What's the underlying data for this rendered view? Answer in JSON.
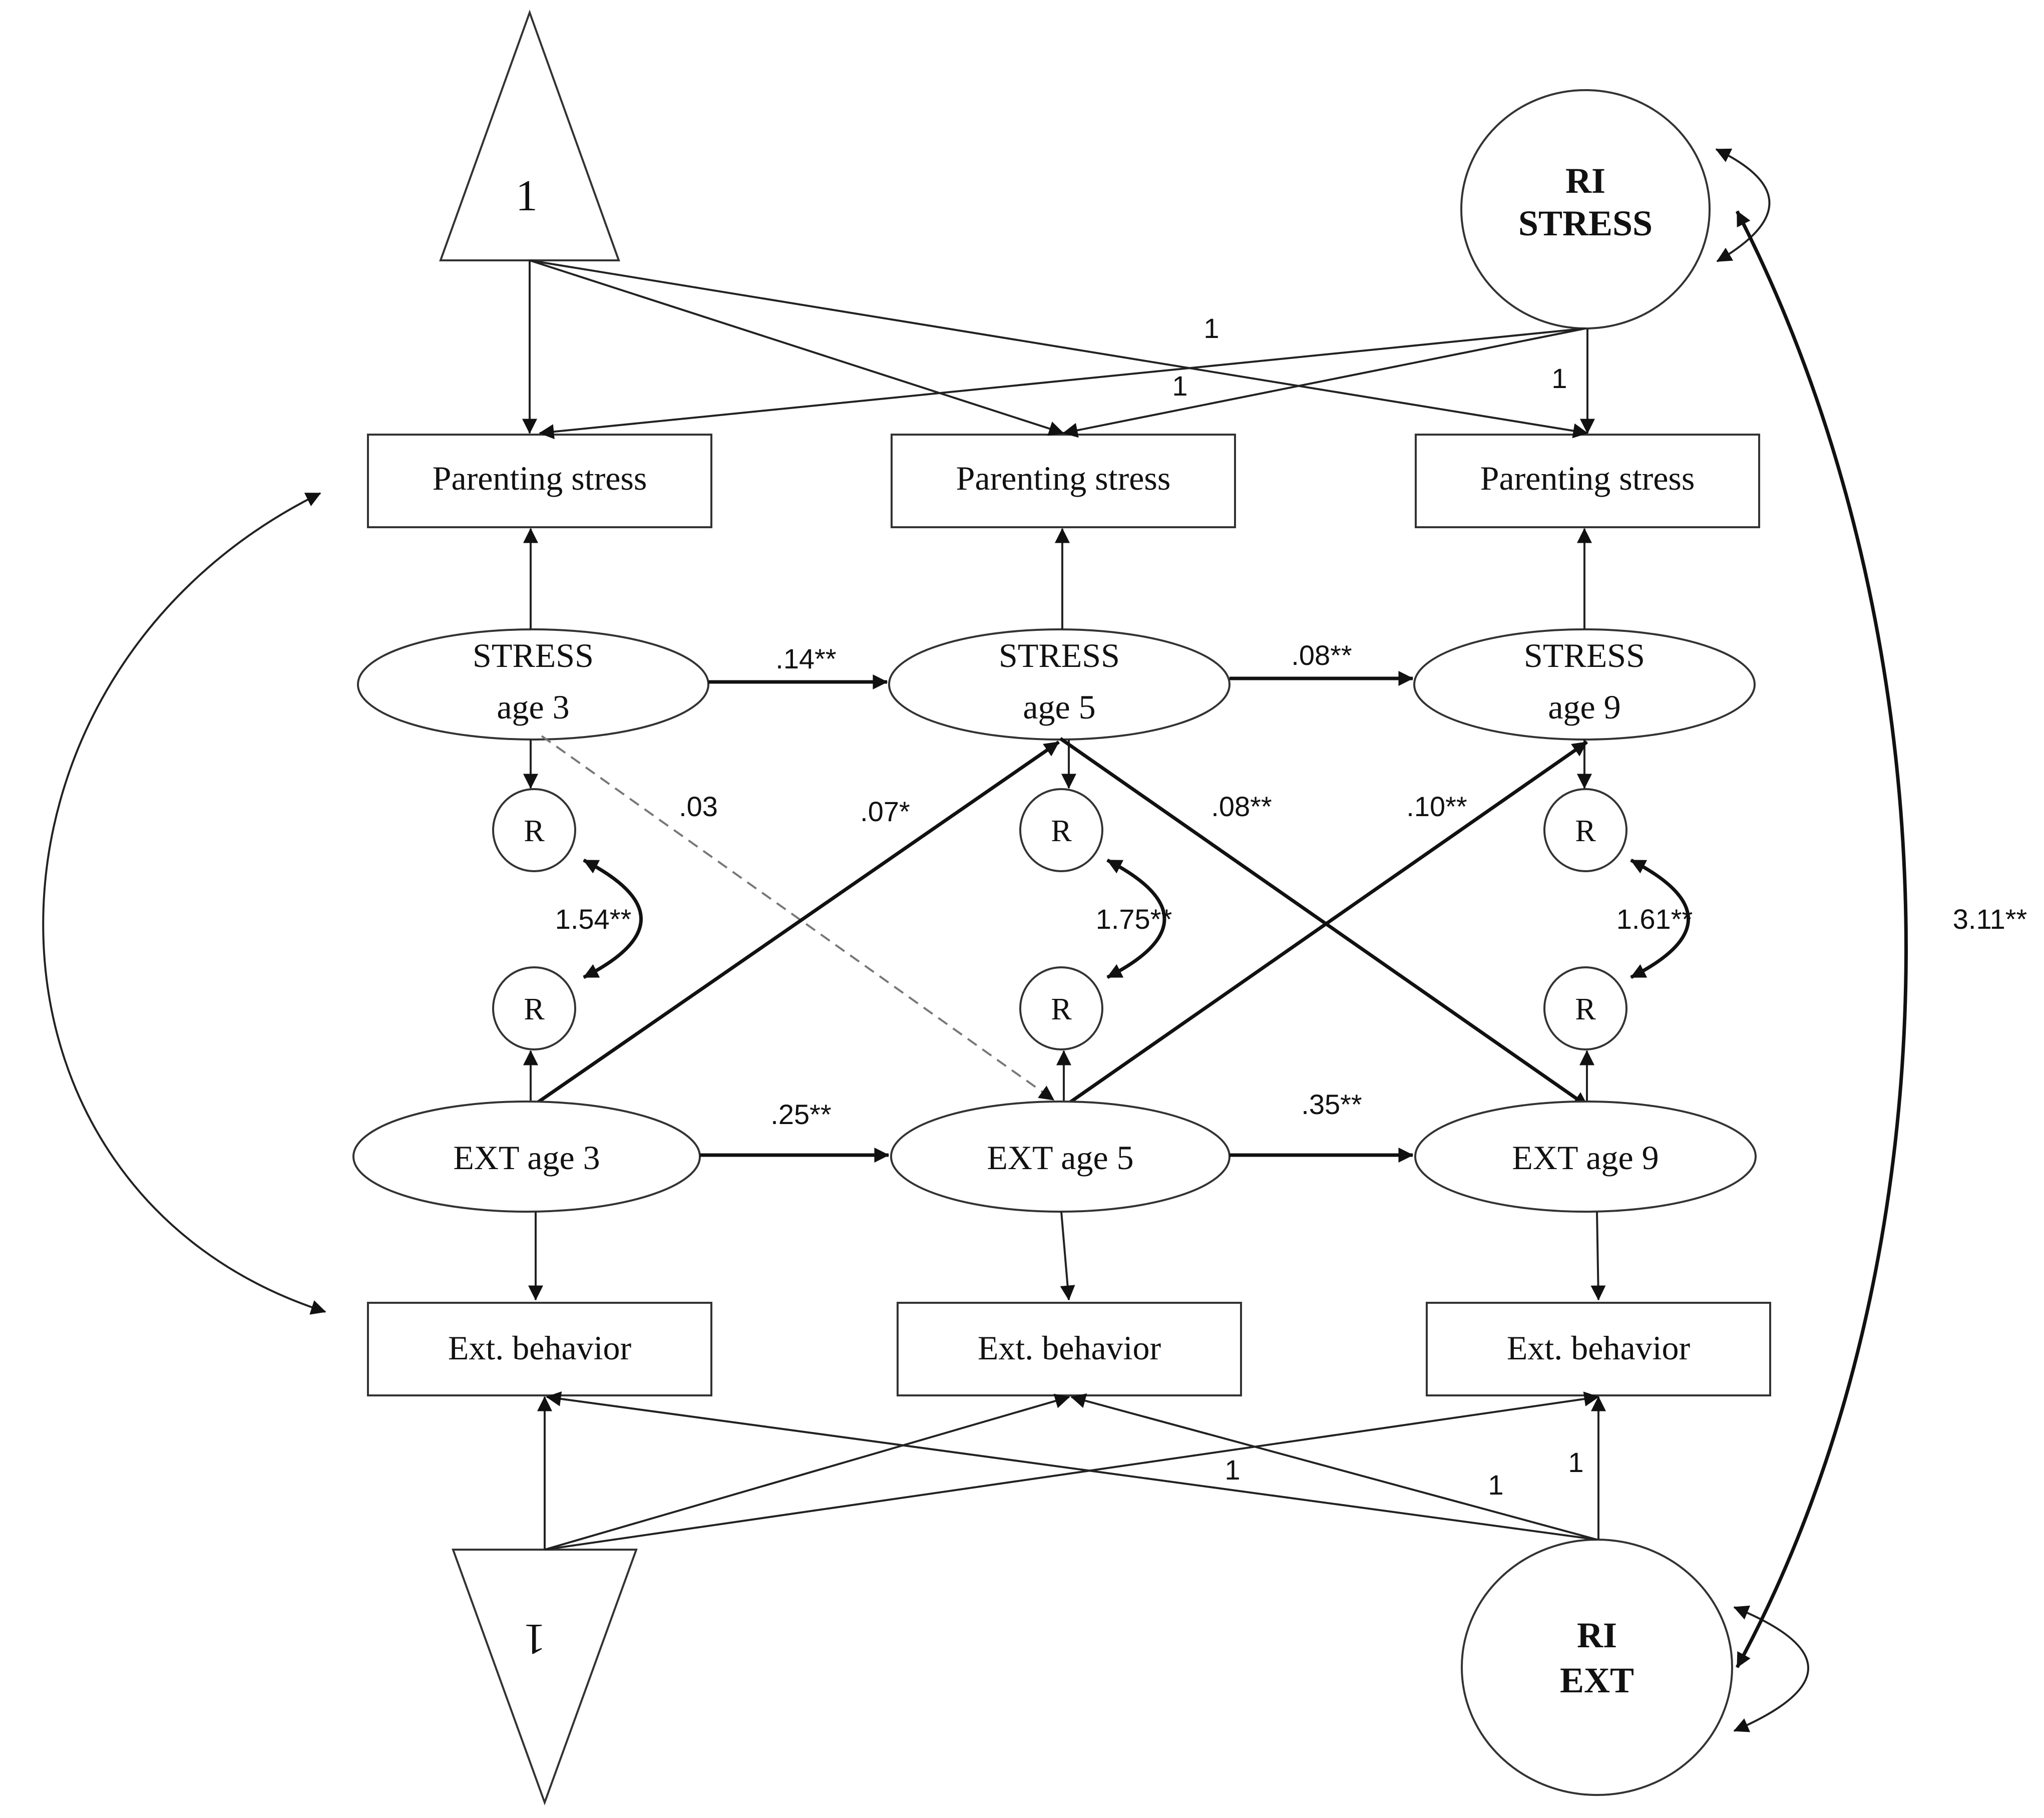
{
  "constants": {
    "top": "1",
    "bottom": "1"
  },
  "random_intercepts": {
    "stress": {
      "line1": "RI",
      "line2": "STRESS"
    },
    "ext": {
      "line1": "RI",
      "line2": "EXT"
    }
  },
  "observed": {
    "parenting_stress": [
      "Parenting stress",
      "Parenting stress",
      "Parenting stress"
    ],
    "ext_behavior": [
      "Ext. behavior",
      "Ext. behavior",
      "Ext. behavior"
    ]
  },
  "latent": {
    "stress": [
      {
        "line1": "STRESS",
        "line2": "age 3"
      },
      {
        "line1": "STRESS",
        "line2": "age 5"
      },
      {
        "line1": "STRESS",
        "line2": "age 9"
      }
    ],
    "ext": [
      "EXT age 3",
      "EXT age 5",
      "EXT age 9"
    ]
  },
  "residual_label": "R",
  "loadings": {
    "stress_ri": [
      "1",
      "1",
      "1"
    ],
    "ext_ri": [
      "1",
      "1",
      "1"
    ]
  },
  "paths": {
    "stress_autoregressive": [
      ".14**",
      ".08**"
    ],
    "ext_autoregressive": [
      ".25**",
      ".35**"
    ],
    "stress3_to_ext5": ".03",
    "ext3_to_stress5": ".07*",
    "stress5_to_ext9": ".08**",
    "ext5_to_stress9": ".10**"
  },
  "residual_covariances": [
    "1.54**",
    "1.75**",
    "1.61**"
  ],
  "ri_covariance": "3.11**"
}
